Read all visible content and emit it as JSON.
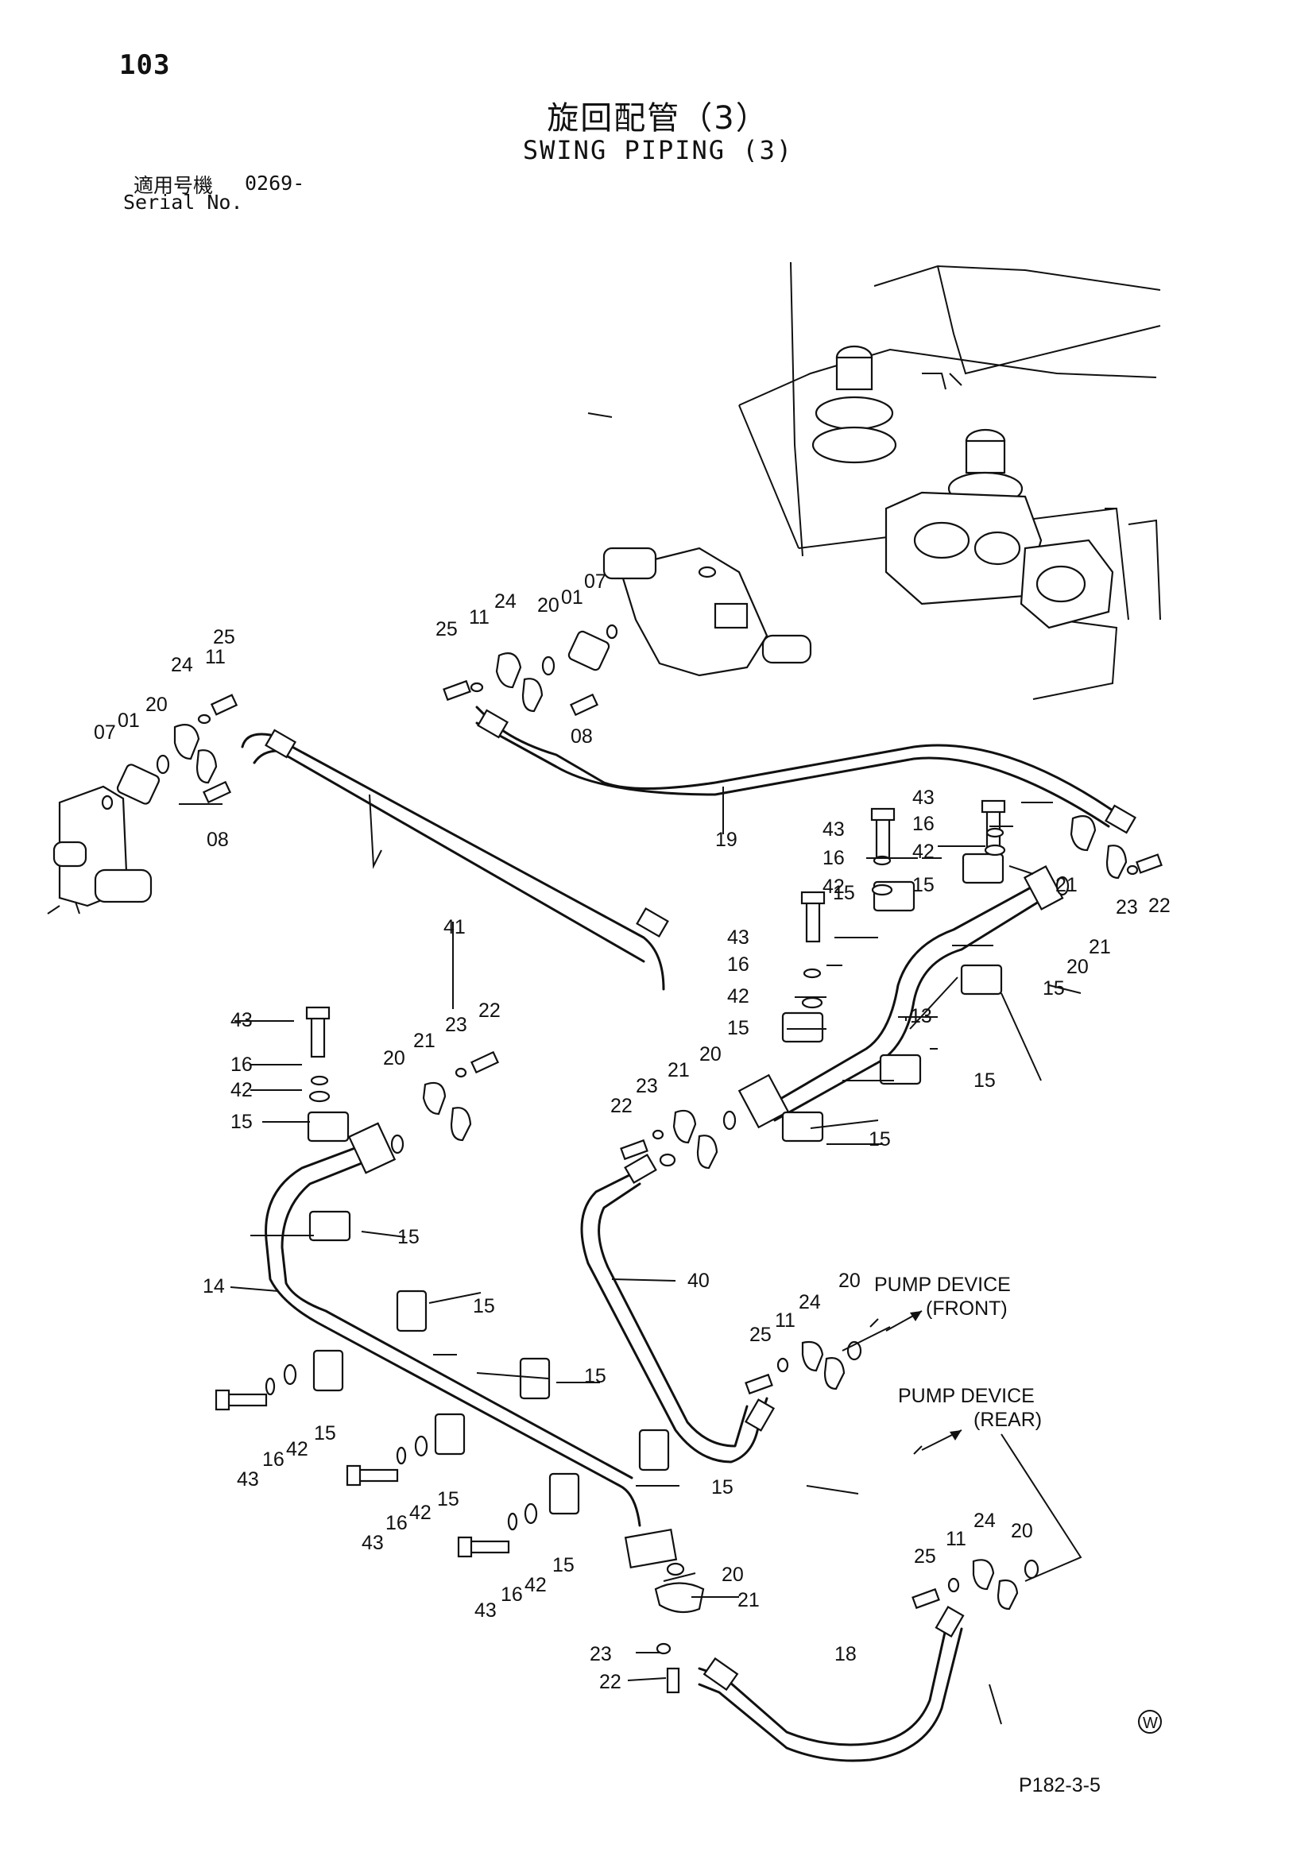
{
  "header": {
    "page_number": "103",
    "title_jp": "旋回配管（3）",
    "title_en": "SWING PIPING (3)",
    "serial_label_jp": "適用号機",
    "serial_value": "0269-",
    "serial_label_en": "Serial No."
  },
  "callouts": {
    "c01": "01",
    "c07": "07",
    "c08": "08",
    "c11": "11",
    "c13": "13",
    "c14": "14",
    "c15": "15",
    "c16": "16",
    "c18": "18",
    "c19": "19",
    "c20": "20",
    "c21": "21",
    "c22": "22",
    "c23": "23",
    "c24": "24",
    "c25": "25",
    "c40": "40",
    "c41": "41",
    "c42": "42",
    "c43": "43"
  },
  "notes": {
    "pump_front_line1": "PUMP DEVICE",
    "pump_front_line2": "(FRONT)",
    "pump_rear_line1": "PUMP DEVICE",
    "pump_rear_line2": "(REAR)"
  },
  "footer": {
    "drawing_code": "P182-3-5",
    "mark": "W"
  }
}
